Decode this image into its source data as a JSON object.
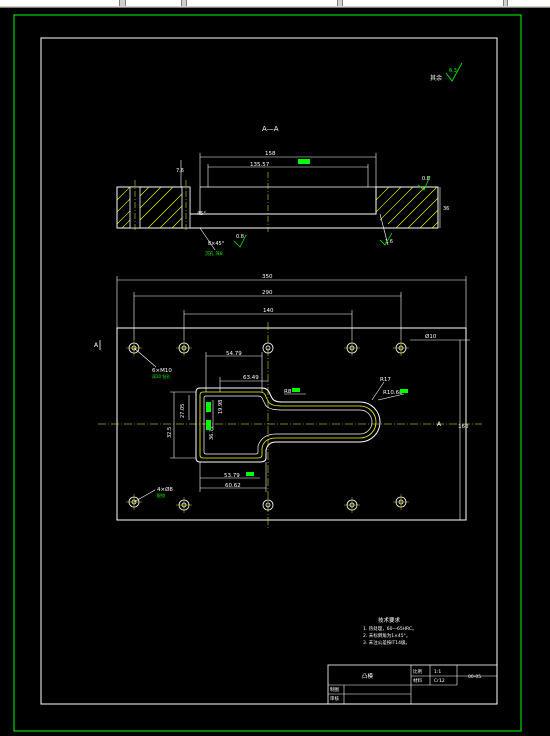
{
  "section_label": "A—A",
  "surface_note_top": "其余",
  "surface_symbol_top": "6.3",
  "dims": {
    "sec_width_outer": "158",
    "sec_width_inner": "135.57",
    "sec_depth": "7.6",
    "sec_height": "36",
    "sec_rough_right": "0.8",
    "sec_angle": "45°",
    "sec_chamfer": "8×45°",
    "sec_rough_bottom": "0.8",
    "sec_hole_note": "沉孔 深8",
    "sec_rough_small": "1.6",
    "plan_w_total": "350",
    "plan_w_holes": "290",
    "plan_w_inner": "140",
    "hole_dia": "Ø10",
    "slot_w1": "54.79",
    "slot_w2": "63.49",
    "slot_r1": "R8",
    "slot_r2": "R17",
    "slot_r3": "R10.68",
    "slot_h1": "27.05",
    "slot_h2": "19.98",
    "slot_h3": "36.72",
    "slot_h4": "32.5",
    "slot_w3": "53.79",
    "slot_w4": "60.62",
    "side_h": "160",
    "hole_callout": "6×M10",
    "hole_callout_sub": "深20 钻孔",
    "pin_callout": "4×Ø8",
    "pin_callout_sub": "配铰",
    "section_mark_left": "A",
    "section_mark_right": "A"
  },
  "notes": {
    "title": "技术要求",
    "items": [
      "1. 热处理，60—65HRC。",
      "2. 未标倒角为1×45°。",
      "3. 未注公差按IT14级。"
    ]
  },
  "title_block": {
    "part_name": "凸模",
    "scale_label": "比例",
    "scale_value": "1:1",
    "material_label": "材料",
    "material_value": "Cr12",
    "drawing_no": "00-05",
    "drawn_by": "制图",
    "checked_by": "审核"
  },
  "colors": {
    "border": "#00ff00",
    "line": "#ffffff",
    "dim": "#00ff00",
    "center": "#ffff00",
    "hatch": "#ffff00"
  }
}
